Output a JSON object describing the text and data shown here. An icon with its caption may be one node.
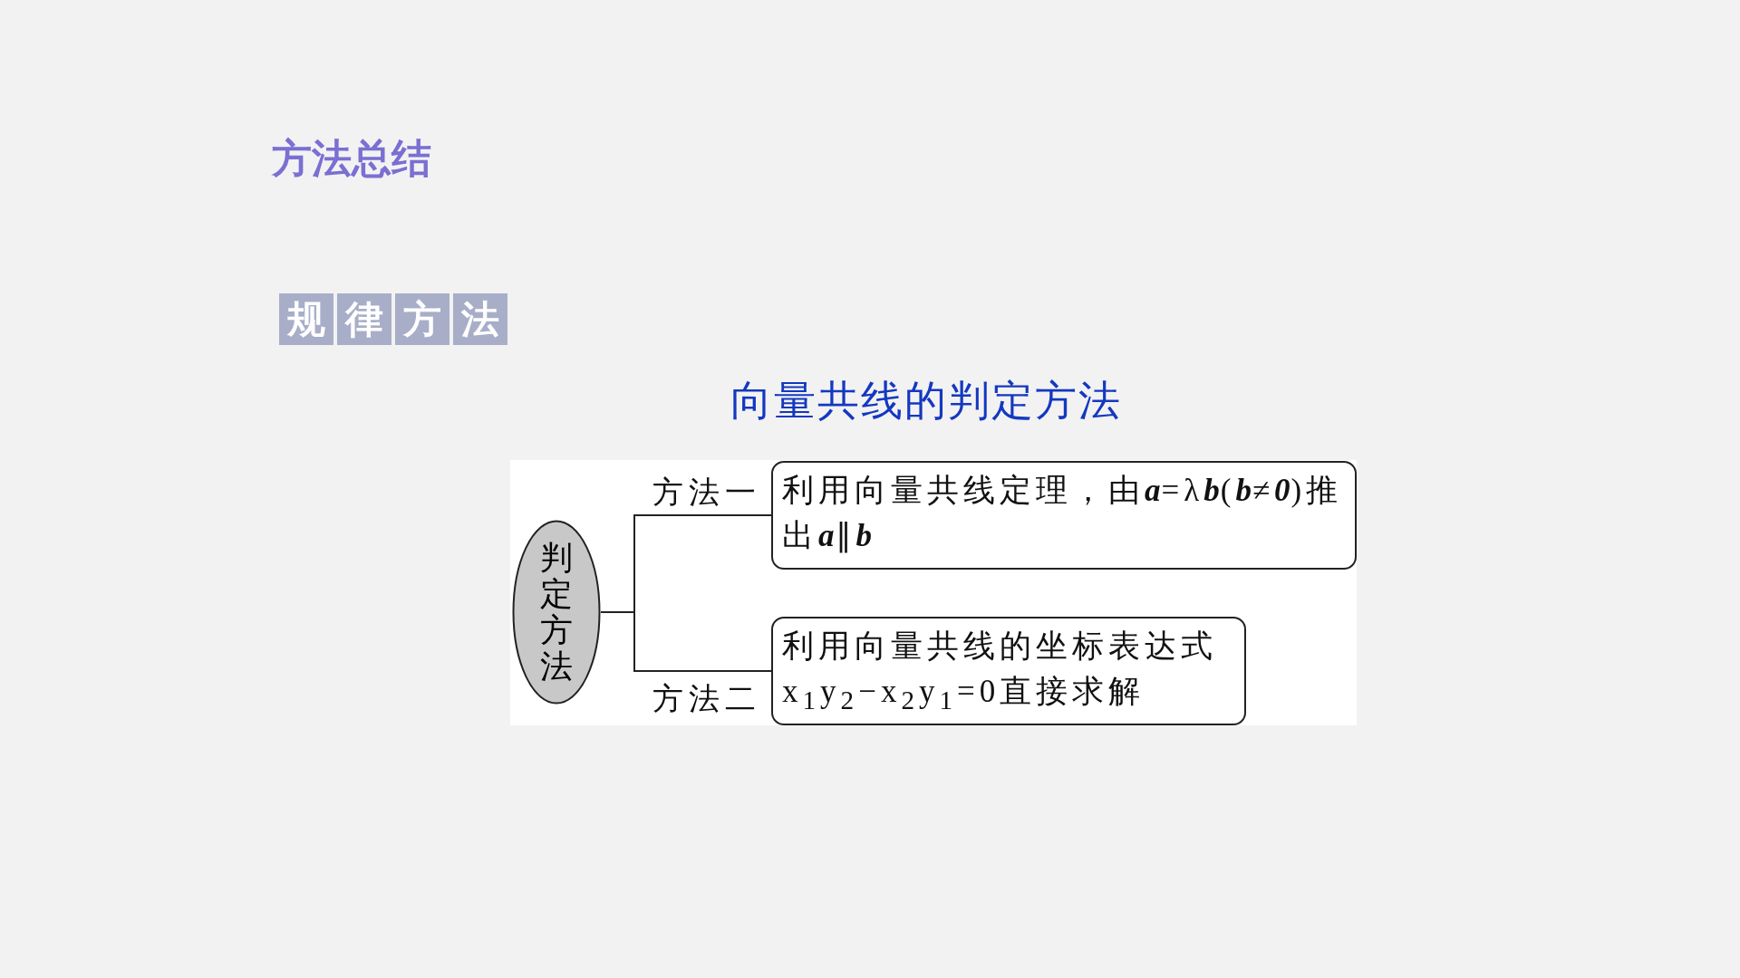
{
  "diagram": {
    "title": "向量共线的判定方法",
    "nodes": [
      {
        "text": [
          "判定方法"
        ]
      },
      {
        "text": [
          "利用向量共线定理，由**a**=λ**b**(**b**≠**0**)推出**a**∥**b**"
        ]
      },
      {
        "text": [
          "利用向量共线的坐标表达式x$_{1}$y$_{2}$−x$_{2}$y$_{1}$=0直接求解"
        ]
      }
    ],
    "edges": [
      {
        "from": 0,
        "to": 1,
        "arrow": "none",
        "label": "方法一"
      },
      {
        "from": 0,
        "to": 2,
        "arrow": "none",
        "label": "方法二"
      }
    ],
    "labels": [
      "方法总结",
      "规律方法"
    ]
  }
}
